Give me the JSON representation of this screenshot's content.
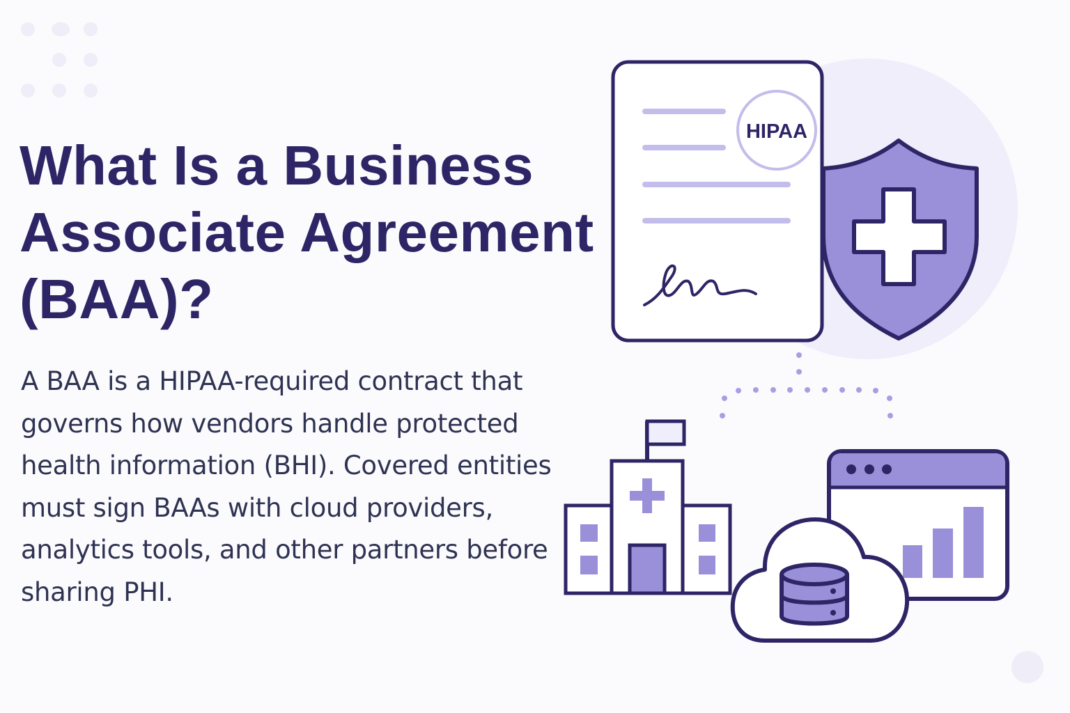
{
  "header": {
    "title_lines": [
      "What Is a Business",
      "Associate Agreement",
      "(BAA)?"
    ]
  },
  "body": {
    "lines": [
      "A BAA is a HIPAA-required contract that",
      "governs how vendors handle protected",
      "health information (BHI). Covered entities",
      "must sign BAAs with cloud providers,",
      "analytics tools, and other partners before",
      "sharing PHI."
    ]
  },
  "illustration": {
    "document": {
      "stamp_text": "HIPAA",
      "icon": "contract-document-icon"
    },
    "shield": {
      "icon": "medical-shield-icon"
    },
    "hospital": {
      "icon": "hospital-icon"
    },
    "cloud": {
      "icon": "cloud-database-icon"
    },
    "analytics": {
      "icon": "analytics-window-icon"
    }
  },
  "colors": {
    "primary_dark": "#2d2566",
    "accent_purple": "#9a8fd9",
    "light_lavender": "#eeedf8",
    "text_gray": "#2f3352"
  }
}
